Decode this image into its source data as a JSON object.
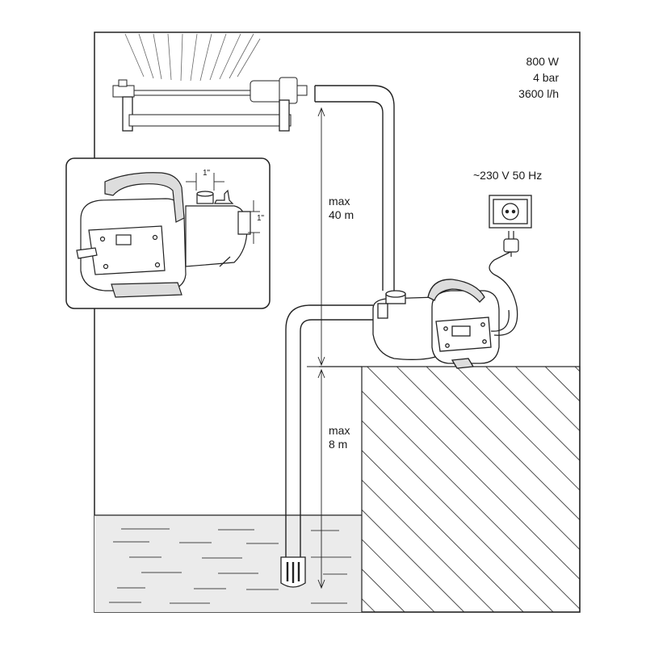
{
  "specs": {
    "power": "800 W",
    "pressure": "4 bar",
    "flow": "3600 l/h"
  },
  "mains": "~230 V  50 Hz",
  "delivery_height": {
    "max": "max",
    "value": "40 m"
  },
  "suction_height": {
    "max": "max",
    "value": "8 m"
  },
  "connection_sizes": {
    "outlet": "1\"",
    "inlet": "1\""
  }
}
